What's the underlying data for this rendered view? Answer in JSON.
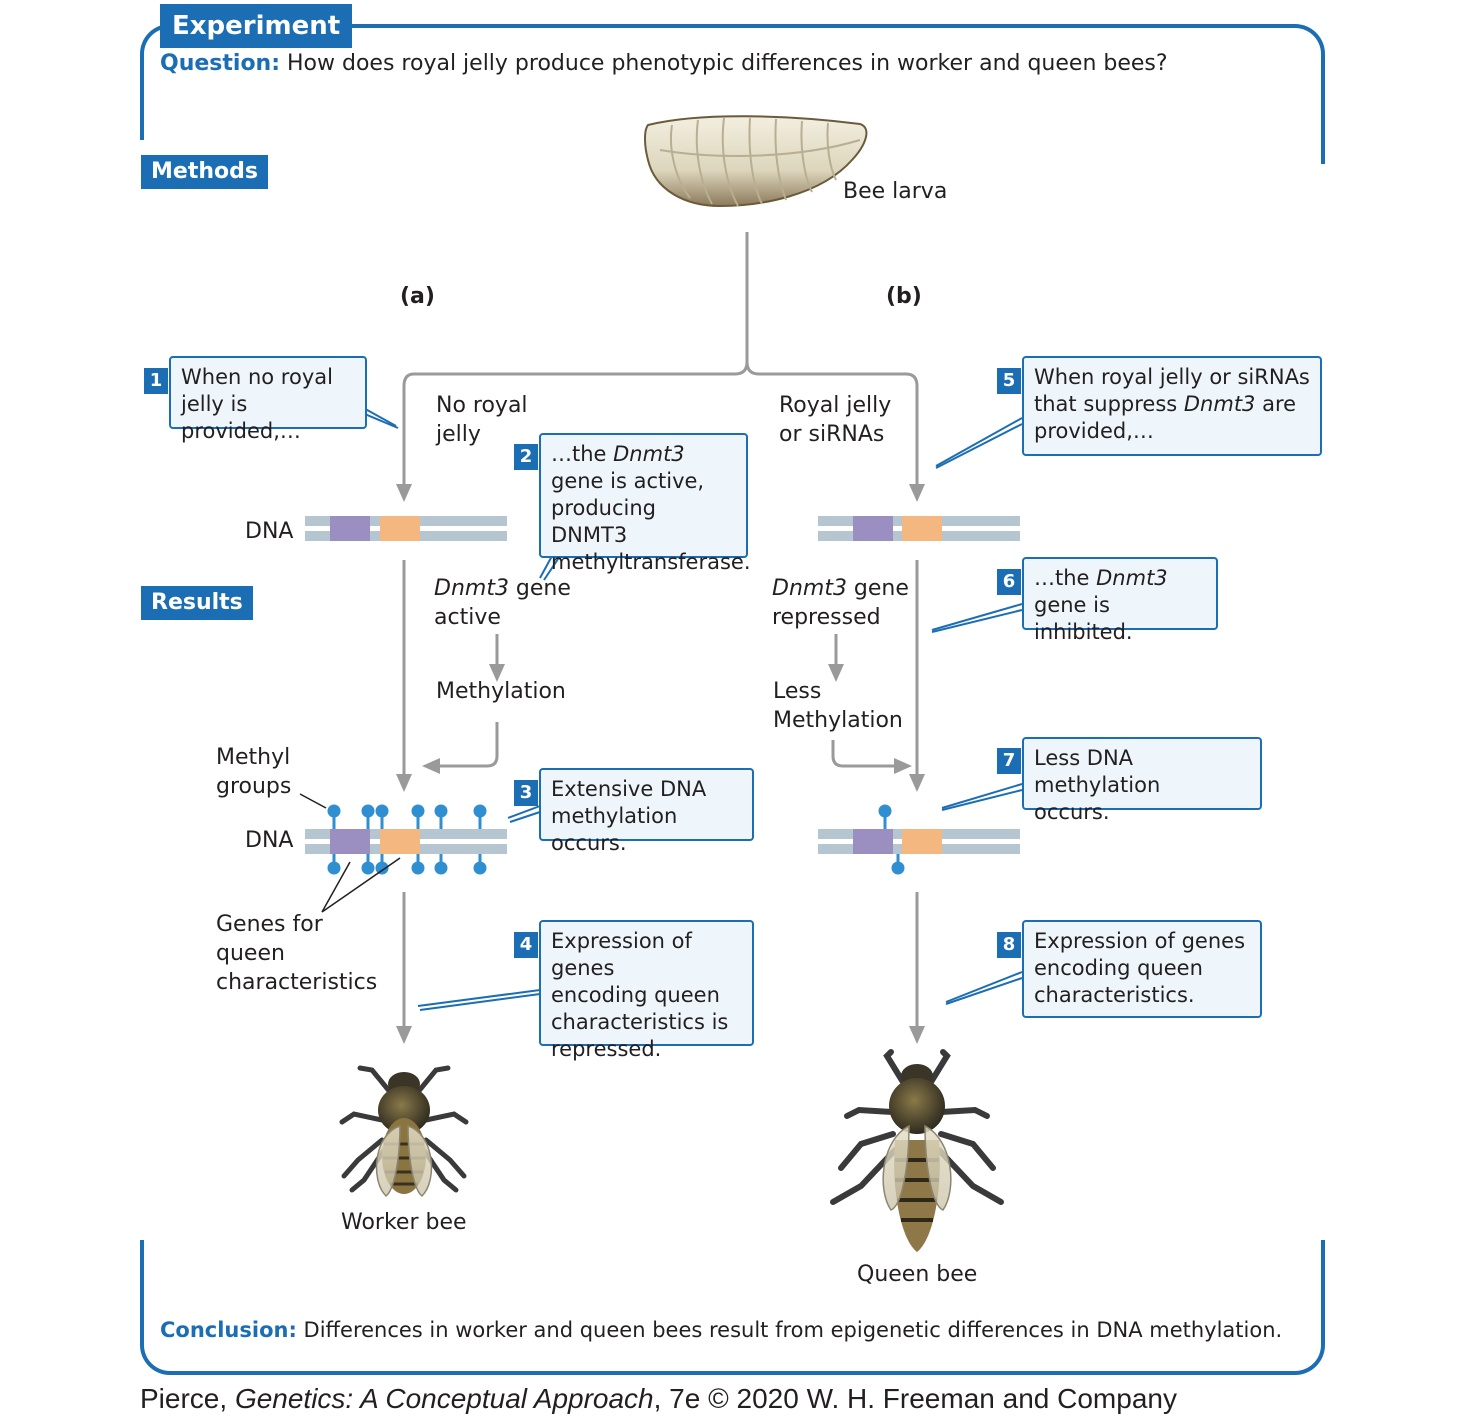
{
  "experiment_tag": "Experiment",
  "question": {
    "label": "Question:",
    "text": "How does royal jelly produce phenotypic differences in worker and queen bees?"
  },
  "methods_tag": "Methods",
  "results_tag": "Results",
  "larva_label": "Bee larva",
  "panel_a": "(a)",
  "panel_b": "(b)",
  "no_jelly": [
    "No royal",
    "jelly"
  ],
  "royal_jelly": [
    "Royal jelly",
    "or siRNAs"
  ],
  "dna_label": "DNA",
  "dnmt3_active": {
    "gene": "Dnmt3",
    "rest": " gene",
    "line2": "active"
  },
  "dnmt3_repressed": {
    "gene": "Dnmt3",
    "rest": " gene",
    "line2": "repressed"
  },
  "methylation": "Methylation",
  "less_methylation": [
    "Less",
    "Methylation"
  ],
  "methyl_groups": [
    "Methyl",
    "groups"
  ],
  "genes_for_queen": [
    "Genes for",
    "queen",
    "characteristics"
  ],
  "worker_label": "Worker bee",
  "queen_label": "Queen bee",
  "callouts": [
    {
      "num": "1",
      "lines": [
        "When no royal",
        "jelly is provided,…"
      ]
    },
    {
      "num": "2",
      "pre": "…the ",
      "gene": "Dnmt3",
      "lines": [
        "gene is active,",
        "producing DNMT3",
        "methyltransferase."
      ]
    },
    {
      "num": "3",
      "lines": [
        "Extensive DNA",
        "methylation occurs."
      ]
    },
    {
      "num": "4",
      "lines": [
        "Expression of genes",
        "encoding queen",
        "characteristics is",
        "repressed."
      ]
    },
    {
      "num": "5",
      "line1": "When royal jelly or siRNAs",
      "pre": "that suppress ",
      "gene": "Dnmt3",
      "post": " are",
      "line3": "provided,…"
    },
    {
      "num": "6",
      "pre": "…the ",
      "gene": "Dnmt3",
      "line2": "gene is inhibited."
    },
    {
      "num": "7",
      "lines": [
        "Less DNA methylation",
        "occurs."
      ]
    },
    {
      "num": "8",
      "lines": [
        "Expression of genes",
        "encoding queen",
        "characteristics."
      ]
    }
  ],
  "conclusion": {
    "label": "Conclusion:",
    "text": "Differences in worker and queen bees result from epigenetic differences in DNA methylation."
  },
  "credit": {
    "author": "Pierce, ",
    "title": "Genetics: A Conceptual Approach",
    "rest": ", 7e © 2020 W. H. Freeman and Company"
  },
  "colors": {
    "accent": "#1c6eb4",
    "callout_bg": "#eef6fc",
    "dna_strand": "#b5c6d1",
    "gene_purple": "#9b8fc2",
    "gene_orange": "#f4b77f",
    "methyl": "#2f8fd0",
    "arrow": "#9a9a9a"
  }
}
